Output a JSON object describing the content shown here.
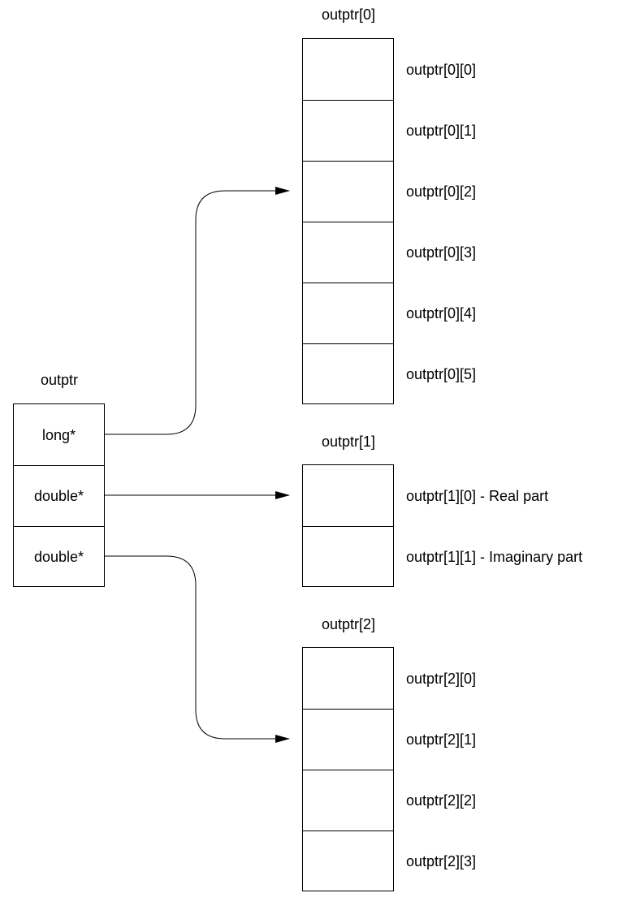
{
  "outptr": {
    "title": "outptr",
    "cells": [
      "long*",
      "double*",
      "double*"
    ]
  },
  "arrays": [
    {
      "title": "outptr[0]",
      "elements": [
        "outptr[0][0]",
        "outptr[0][1]",
        "outptr[0][2]",
        "outptr[0][3]",
        "outptr[0][4]",
        "outptr[0][5]"
      ]
    },
    {
      "title": "outptr[1]",
      "elements": [
        "outptr[1][0] - Real part",
        "outptr[1][1] - Imaginary part"
      ]
    },
    {
      "title": "outptr[2]",
      "elements": [
        "outptr[2][0]",
        "outptr[2][1]",
        "outptr[2][2]",
        "outptr[2][3]"
      ]
    }
  ]
}
